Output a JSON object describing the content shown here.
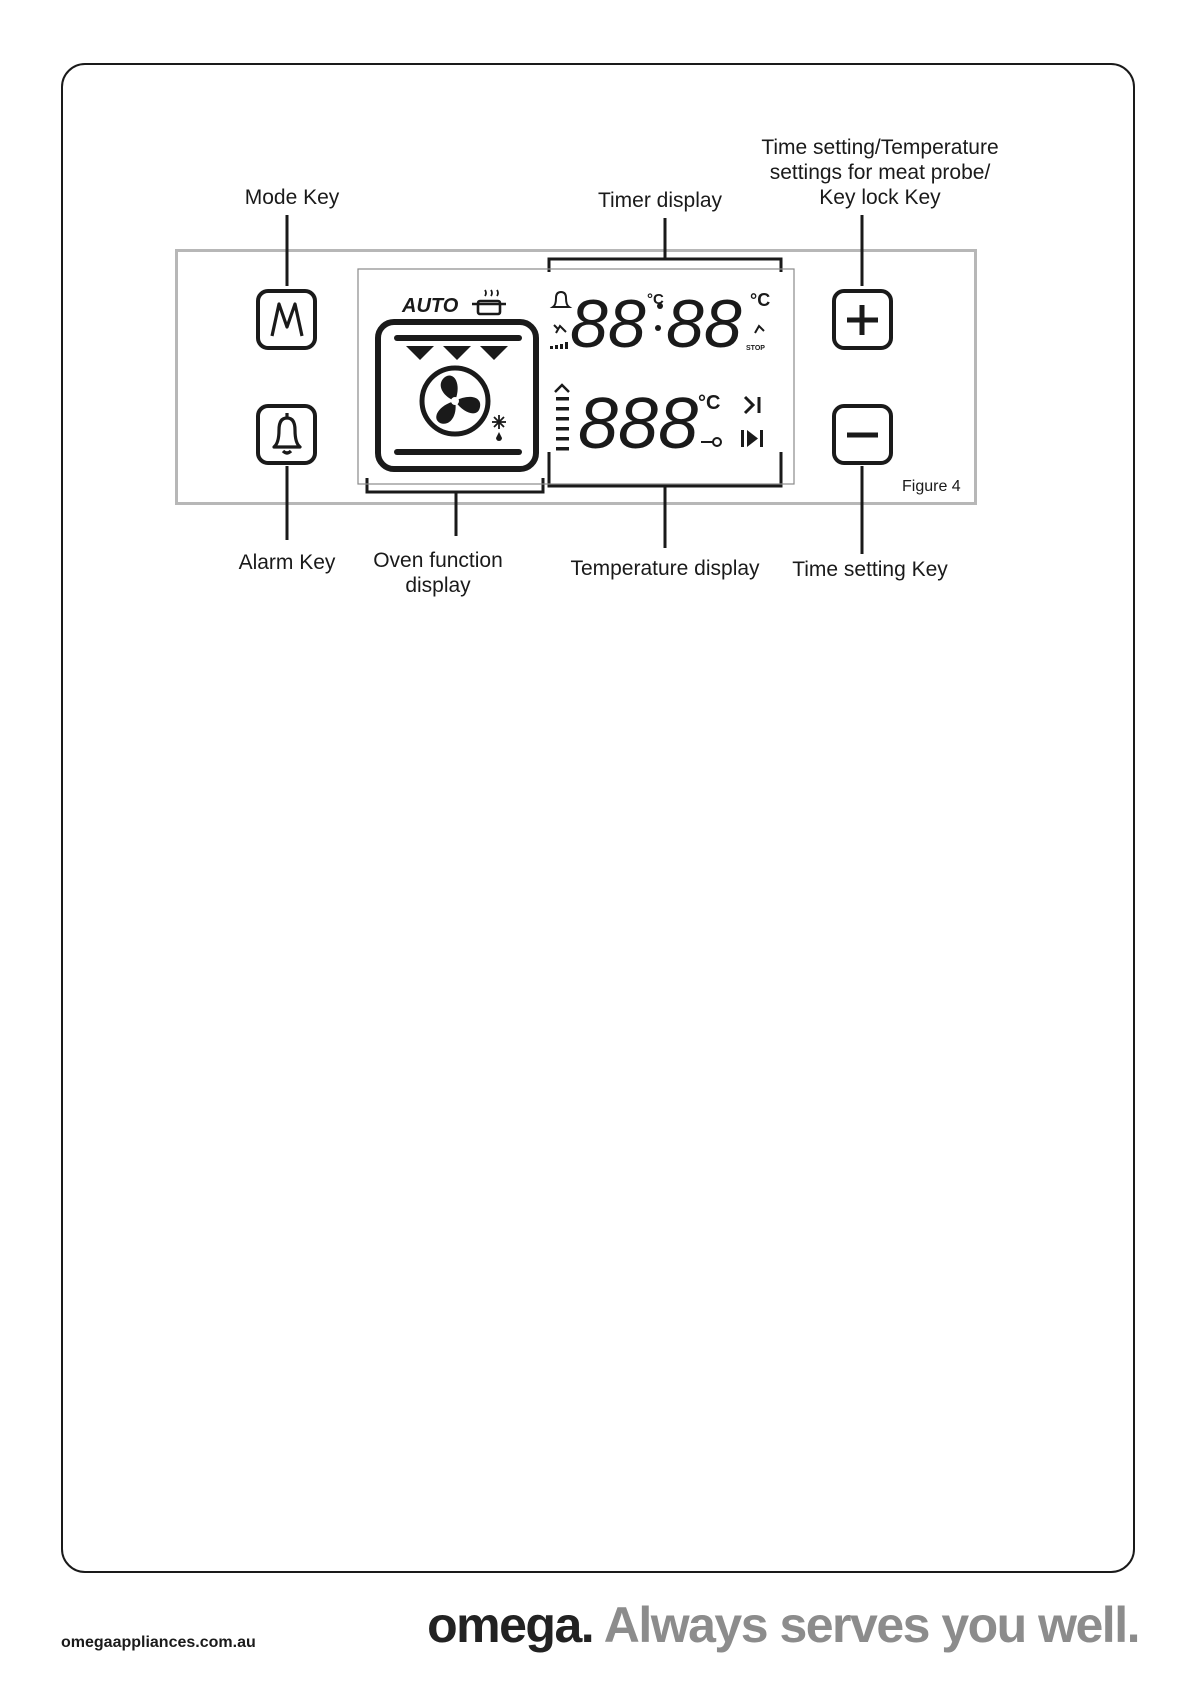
{
  "figure": {
    "labels": {
      "mode_key": "Mode Key",
      "timer_display": "Timer display",
      "plus_key_line1": "Time setting/Temperature",
      "plus_key_line2": "settings for meat probe/",
      "plus_key_line3": "Key lock Key",
      "alarm_key": "Alarm Key",
      "oven_function_line1": "Oven function",
      "oven_function_line2": "display",
      "temperature_display": "Temperature display",
      "time_setting_key": "Time setting Key"
    },
    "caption": "Figure 4",
    "lcd": {
      "auto_label": "AUTO",
      "timer_digits_left": "88",
      "timer_digits_right": "88",
      "temperature_digits": "888",
      "celsius": "°C",
      "stop_label": "STOP"
    },
    "keys": {
      "mode_glyph": "M",
      "plus_glyph": "+",
      "minus_glyph": "−"
    },
    "icons": [
      "mode-key-icon",
      "alarm-bell-icon",
      "plus-icon",
      "minus-icon",
      "fan-icon",
      "pot-icon",
      "defrost-icon",
      "key-icon",
      "skip-end-icon",
      "play-end-icon"
    ]
  },
  "footer": {
    "url": "omegaappliances.com.au",
    "brand_name": "omega.",
    "brand_tagline": "Always serves you well."
  },
  "colors": {
    "ink": "#1a1a1a",
    "panel_border": "#b7b7b7",
    "tagline_grey": "#8c8c8c"
  }
}
